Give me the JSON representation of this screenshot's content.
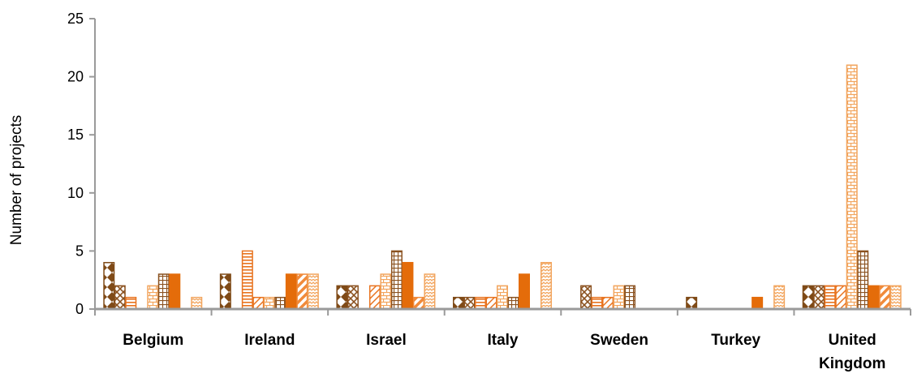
{
  "chart_data": {
    "type": "bar",
    "title": "",
    "xlabel": "",
    "ylabel": "Number of projects",
    "ylim": [
      0,
      25
    ],
    "yticks": [
      0,
      5,
      10,
      15,
      20,
      25
    ],
    "grid": false,
    "legend": "none",
    "categories": [
      "Belgium",
      "Ireland",
      "Israel",
      "Italy",
      "Sweden",
      "Turkey",
      "United Kingdom"
    ],
    "series": [
      {
        "color": "#7F4A17",
        "pattern": "diamonds",
        "values": [
          4,
          3,
          2,
          1,
          0,
          1,
          2
        ]
      },
      {
        "color": "#8B5220",
        "pattern": "crosshatch",
        "values": [
          2,
          0,
          2,
          1,
          2,
          0,
          2
        ]
      },
      {
        "color": "#E8731F",
        "pattern": "hlines",
        "values": [
          1,
          5,
          0,
          1,
          1,
          0,
          2
        ]
      },
      {
        "color": "#E8731F",
        "pattern": "diagonal",
        "values": [
          0,
          1,
          2,
          1,
          1,
          0,
          2
        ]
      },
      {
        "color": "#F2A55E",
        "pattern": "brick",
        "values": [
          2,
          1,
          3,
          2,
          2,
          0,
          21
        ]
      },
      {
        "color": "#8B5220",
        "pattern": "grid",
        "values": [
          3,
          1,
          5,
          1,
          2,
          0,
          5
        ]
      },
      {
        "color": "#E46C0A",
        "pattern": "solid",
        "values": [
          3,
          3,
          4,
          3,
          0,
          1,
          2
        ]
      },
      {
        "color": "#F08A3A",
        "pattern": "wide-diagonal",
        "values": [
          0,
          3,
          1,
          0,
          0,
          0,
          2
        ]
      },
      {
        "color": "#F2A55E",
        "pattern": "zigzag",
        "values": [
          1,
          3,
          3,
          4,
          0,
          2,
          2
        ]
      }
    ]
  }
}
